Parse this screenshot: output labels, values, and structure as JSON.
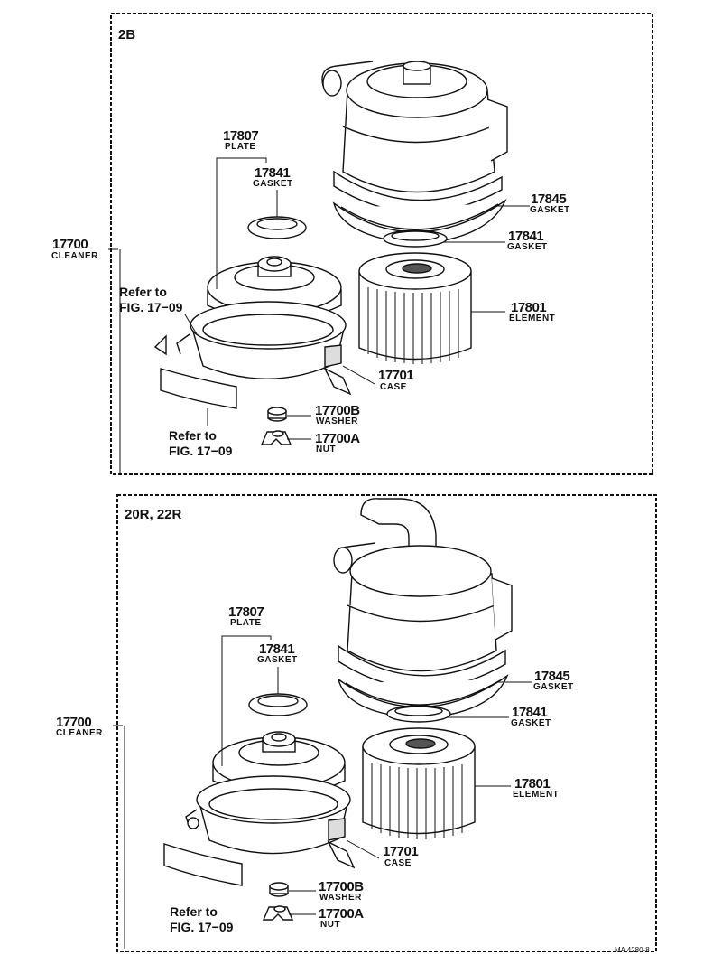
{
  "colors": {
    "ink": "#111111",
    "paper": "#ffffff",
    "part_fill": "#f2f2f2",
    "dark_part": "#555555"
  },
  "panels": [
    {
      "tag": "2B",
      "cleaner": {
        "num": "17700",
        "name": "CLEANER"
      },
      "plate": {
        "num": "17807",
        "name": "PLATE"
      },
      "gasket_a": {
        "num": "17841",
        "name": "GASKET"
      },
      "gasket_b": {
        "num": "17845",
        "name": "GASKET"
      },
      "gasket_c": {
        "num": "17841",
        "name": "GASKET"
      },
      "element": {
        "num": "17801",
        "name": "ELEMENT"
      },
      "case": {
        "num": "17701",
        "name": "CASE"
      },
      "washer": {
        "num": "17700B",
        "name": "WASHER"
      },
      "nut": {
        "num": "17700A",
        "name": "NUT"
      },
      "ref_upper": {
        "line1": "Refer to",
        "line2": "FIG. 17−09"
      },
      "ref_lower": {
        "line1": "Refer to",
        "line2": "FIG. 17−09"
      }
    },
    {
      "tag": "20R, 22R",
      "cleaner": {
        "num": "17700",
        "name": "CLEANER"
      },
      "plate": {
        "num": "17807",
        "name": "PLATE"
      },
      "gasket_a": {
        "num": "17841",
        "name": "GASKET"
      },
      "gasket_b": {
        "num": "17845",
        "name": "GASKET"
      },
      "gasket_c": {
        "num": "17841",
        "name": "GASKET"
      },
      "element": {
        "num": "17801",
        "name": "ELEMENT"
      },
      "case": {
        "num": "17701",
        "name": "CASE"
      },
      "washer": {
        "num": "17700B",
        "name": "WASHER"
      },
      "nut": {
        "num": "17700A",
        "name": "NUT"
      },
      "ref_lower": {
        "line1": "Refer to",
        "line2": "FIG. 17−09"
      }
    }
  ],
  "footer": {
    "code": "MA 4280-8"
  }
}
